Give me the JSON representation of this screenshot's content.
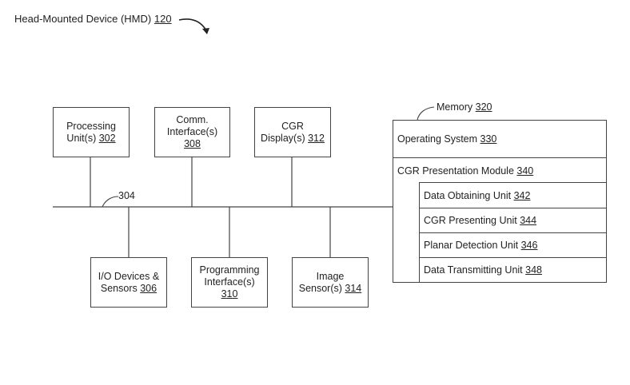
{
  "title": {
    "text": "Head-Mounted Device (HMD)",
    "ref": "120"
  },
  "bus": {
    "ref": "304"
  },
  "top_components": [
    {
      "line1": "Processing",
      "line2": "Unit(s)",
      "ref": "302"
    },
    {
      "line1": "Comm.",
      "line2": "Interface(s)",
      "ref": "308"
    },
    {
      "line1": "CGR",
      "line2": "Display(s)",
      "ref": "312"
    }
  ],
  "bottom_components": [
    {
      "line1": "I/O Devices &",
      "line2": "Sensors",
      "ref": "306"
    },
    {
      "line1": "Programming",
      "line2": "Interface(s)",
      "ref": "310"
    },
    {
      "line1": "Image",
      "line2": "Sensor(s)",
      "ref": "314"
    }
  ],
  "memory": {
    "label": "Memory",
    "ref": "320",
    "os": {
      "label": "Operating System",
      "ref": "330"
    },
    "module": {
      "label": "CGR Presentation Module",
      "ref": "340"
    },
    "units": [
      {
        "label": "Data Obtaining Unit",
        "ref": "342"
      },
      {
        "label": "CGR Presenting Unit",
        "ref": "344"
      },
      {
        "label": "Planar Detection Unit",
        "ref": "346"
      },
      {
        "label": "Data Transmitting Unit",
        "ref": "348"
      }
    ]
  }
}
